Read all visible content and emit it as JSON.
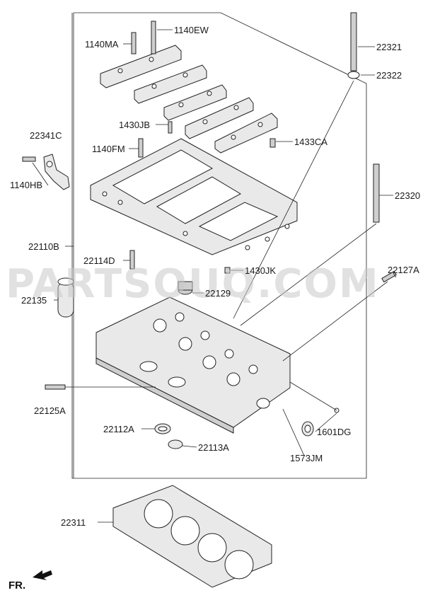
{
  "watermark": "PARTSOUQ.COM",
  "direction_label": "FR.",
  "parts": {
    "p1140EW": "1140EW",
    "p1140MA": "1140MA",
    "p22321": "22321",
    "p22322": "22322",
    "p1430JB": "1430JB",
    "p22341C": "22341C",
    "p1140FM": "1140FM",
    "p1433CA": "1433CA",
    "p1140HB": "1140HB",
    "p22320": "22320",
    "p22110B": "22110B",
    "p22114D": "22114D",
    "p1430JK": "1430JK",
    "p22127A": "22127A",
    "p22135": "22135",
    "p22129": "22129",
    "p22125A": "22125A",
    "p22112A": "22112A",
    "p1601DG": "1601DG",
    "p22113A": "22113A",
    "p1573JM": "1573JM",
    "p22311": "22311"
  }
}
